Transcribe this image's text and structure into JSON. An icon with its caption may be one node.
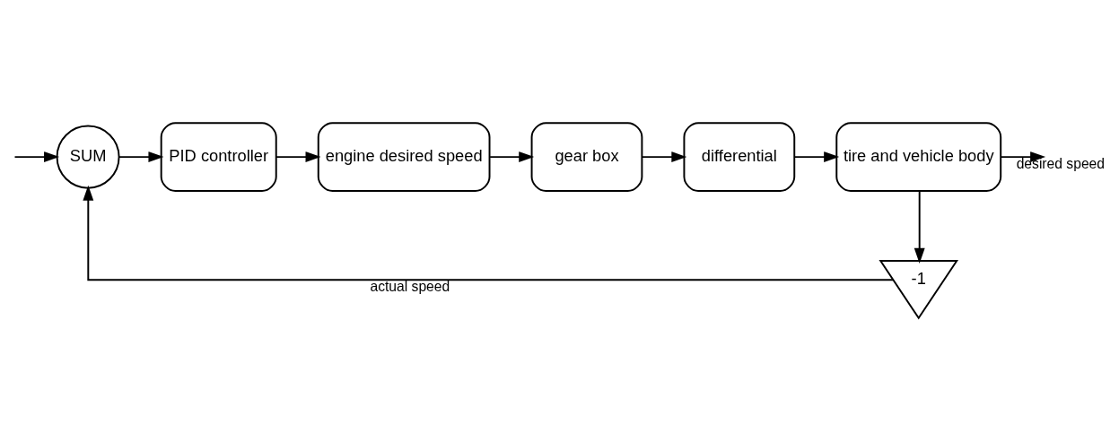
{
  "diagram": {
    "nodes": [
      {
        "text": [
          "SUM"
        ]
      },
      {
        "text": [
          "PID controller"
        ]
      },
      {
        "text": [
          "engine desired speed"
        ]
      },
      {
        "text": [
          "gear box"
        ]
      },
      {
        "text": [
          "differential"
        ]
      },
      {
        "text": [
          "tire and vehicle body"
        ]
      },
      {
        "text": [
          "-1"
        ]
      }
    ],
    "edges": [
      {
        "from": null,
        "to": 0,
        "arrow": "to"
      },
      {
        "from": 0,
        "to": 1,
        "arrow": "to"
      },
      {
        "from": 1,
        "to": 2,
        "arrow": "to"
      },
      {
        "from": 2,
        "to": 3,
        "arrow": "to"
      },
      {
        "from": 3,
        "to": 4,
        "arrow": "to"
      },
      {
        "from": 4,
        "to": 5,
        "arrow": "to"
      },
      {
        "from": 5,
        "to": null,
        "arrow": "to",
        "label": "desired speed"
      },
      {
        "from": 5,
        "to": 6,
        "arrow": "to"
      },
      {
        "from": 6,
        "to": 0,
        "arrow": "to",
        "label": "actual speed"
      }
    ]
  }
}
